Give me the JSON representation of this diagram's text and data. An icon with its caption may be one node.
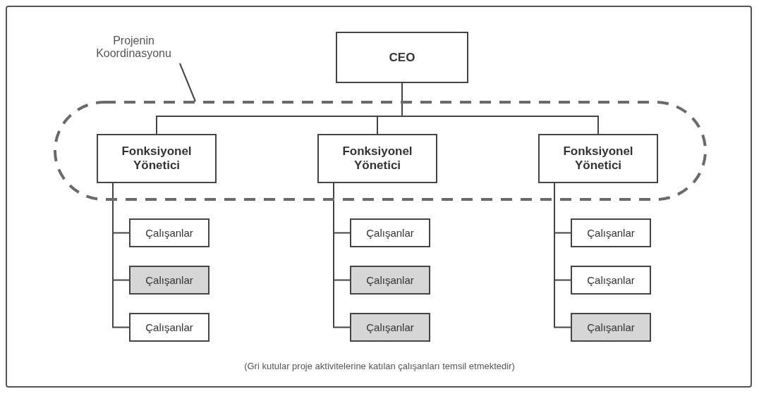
{
  "diagram": {
    "caption": "(Gri kutular proje aktivitelerine katılan çalışanları temsil etmektedir)",
    "nodes": [
      {
        "text": [
          "Projenin Koordinasyonu"
        ]
      },
      {
        "text": [
          "CEO"
        ]
      },
      {
        "text": [],
        "shape": "ellipse"
      },
      {
        "text": [
          "Fonksiyonel Yönetici"
        ],
        "in": 2
      },
      {
        "text": [
          "Fonksiyonel Yönetici"
        ],
        "in": 2
      },
      {
        "text": [
          "Fonksiyonel Yönetici"
        ],
        "in": 2
      },
      {
        "text": [
          "Çalışanlar"
        ]
      },
      {
        "text": [
          "Çalışanlar"
        ]
      },
      {
        "text": [
          "Çalışanlar"
        ]
      },
      {
        "text": [
          "Çalışanlar"
        ]
      },
      {
        "text": [
          "Çalışanlar"
        ]
      },
      {
        "text": [
          "Çalışanlar"
        ]
      },
      {
        "text": [
          "Çalışanlar"
        ]
      },
      {
        "text": [
          "Çalışanlar"
        ]
      },
      {
        "text": [
          "Çalışanlar"
        ]
      }
    ],
    "edges": [
      {
        "from": 0,
        "to": 2,
        "arrow": "none"
      },
      {
        "from": 1,
        "to": 3,
        "arrow": "none"
      },
      {
        "from": 1,
        "to": 4,
        "arrow": "none"
      },
      {
        "from": 1,
        "to": 5,
        "arrow": "none"
      },
      {
        "from": 3,
        "to": 6,
        "arrow": "none"
      },
      {
        "from": 3,
        "to": 7,
        "arrow": "none"
      },
      {
        "from": 3,
        "to": 8,
        "arrow": "none"
      },
      {
        "from": 4,
        "to": 9,
        "arrow": "none"
      },
      {
        "from": 4,
        "to": 10,
        "arrow": "none"
      },
      {
        "from": 4,
        "to": 11,
        "arrow": "none"
      },
      {
        "from": 5,
        "to": 12,
        "arrow": "none"
      },
      {
        "from": 5,
        "to": 13,
        "arrow": "none"
      },
      {
        "from": 5,
        "to": 14,
        "arrow": "none"
      }
    ]
  }
}
